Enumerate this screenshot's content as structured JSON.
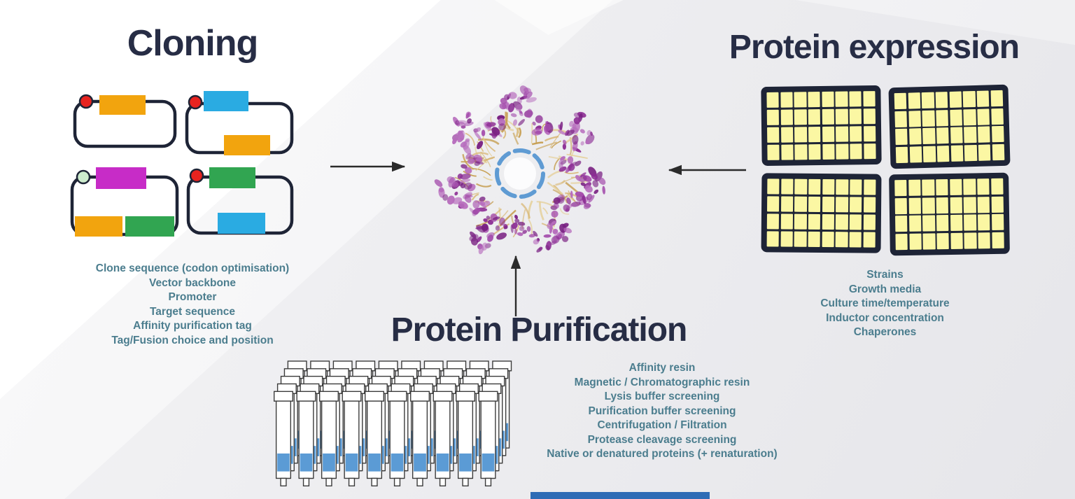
{
  "sections": {
    "cloning": {
      "title": "Cloning",
      "items": [
        "Clone sequence (codon optimisation)",
        "Vector backbone",
        "Promoter",
        "Target sequence",
        "Affinity purification tag",
        "Tag/Fusion choice and position"
      ]
    },
    "expression": {
      "title": "Protein expression",
      "items": [
        "Strains",
        "Growth media",
        "Culture time/temperature",
        "Inductor concentration",
        "Chaperones"
      ]
    },
    "purification": {
      "title": "Protein Purification",
      "items": [
        "Affinity resin",
        "Magnetic / Chromatographic resin",
        "Lysis buffer screening",
        "Purification buffer screening",
        "Centrifugation / Filtration",
        "Protease cleavage screening",
        "Native or denatured proteins (+ renaturation)"
      ]
    }
  },
  "colors": {
    "title_text": "#272d45",
    "list_text": "#4b7d8e",
    "outline_dark": "#1e2436",
    "gene_orange": "#f2a40e",
    "gene_blue": "#2aabe2",
    "gene_magenta": "#c72cc7",
    "gene_green": "#31a551",
    "marker_red": "#e8231f",
    "marker_pale_green": "#cdeccd",
    "plate_well_yellow": "#fbf7a3",
    "column_blue": "#5b9bd5",
    "protein_purple": "#8c2d94",
    "protein_gold": "#d9b877",
    "protein_blue": "#5f9bd3",
    "bottom_bar_blue": "#2e6cb5",
    "arrow": "#2b2b2b"
  }
}
